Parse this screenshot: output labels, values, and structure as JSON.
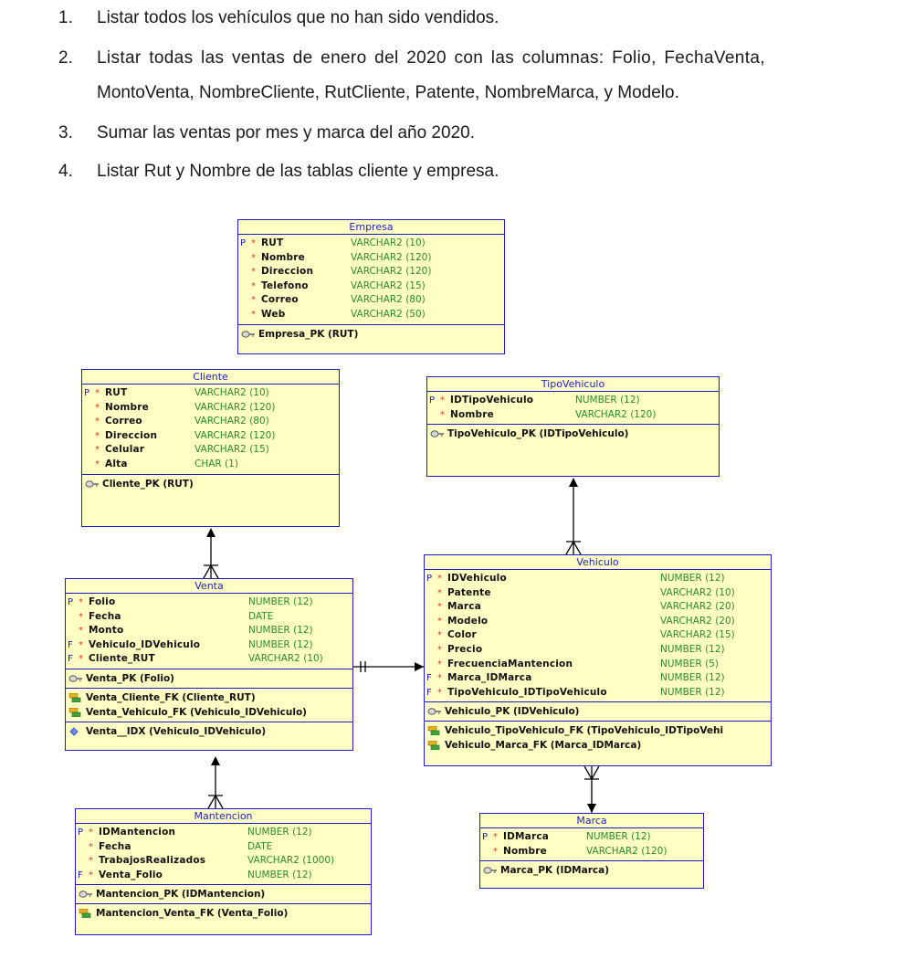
{
  "questions": [
    {
      "num": "1.",
      "text": "Listar todos los vehículos que no han sido vendidos."
    },
    {
      "num": "2.",
      "text": "Listar todas las ventas de enero del 2020 con las columnas: Folio, FechaVenta,"
    },
    {
      "num": "",
      "text": "MontoVenta, NombreCliente, RutCliente, Patente, NombreMarca, y Modelo."
    },
    {
      "num": "3.",
      "text": "Sumar las ventas por mes y marca del año 2020."
    },
    {
      "num": "4.",
      "text": "Listar Rut y Nombre de las tablas cliente y empresa."
    }
  ],
  "colors": {
    "border": "#1c1ccc",
    "fill": "#ffffc4",
    "type": "#2a8a2a",
    "star": "#e03030"
  },
  "entities": {
    "empresa": {
      "title": "Empresa",
      "columns": [
        {
          "flag": "P",
          "name": "RUT",
          "type": "VARCHAR2 (10)"
        },
        {
          "flag": "",
          "name": "Nombre",
          "type": "VARCHAR2 (120)"
        },
        {
          "flag": "",
          "name": "Direccion",
          "type": "VARCHAR2 (120)"
        },
        {
          "flag": "",
          "name": "Telefono",
          "type": "VARCHAR2 (15)"
        },
        {
          "flag": "",
          "name": "Correo",
          "type": "VARCHAR2 (80)"
        },
        {
          "flag": "",
          "name": "Web",
          "type": "VARCHAR2 (50)"
        }
      ],
      "pk": [
        "Empresa_PK (RUT)"
      ],
      "fk": [],
      "idx": []
    },
    "cliente": {
      "title": "Cliente",
      "columns": [
        {
          "flag": "P",
          "name": "RUT",
          "type": "VARCHAR2 (10)"
        },
        {
          "flag": "",
          "name": "Nombre",
          "type": "VARCHAR2 (120)"
        },
        {
          "flag": "",
          "name": "Correo",
          "type": "VARCHAR2 (80)"
        },
        {
          "flag": "",
          "name": "Direccion",
          "type": "VARCHAR2 (120)"
        },
        {
          "flag": "",
          "name": "Celular",
          "type": "VARCHAR2 (15)"
        },
        {
          "flag": "",
          "name": "Alta",
          "type": "CHAR (1)"
        }
      ],
      "pk": [
        "Cliente_PK (RUT)"
      ],
      "fk": [],
      "idx": []
    },
    "tipovehiculo": {
      "title": "TipoVehiculo",
      "columns": [
        {
          "flag": "P",
          "name": "IDTipoVehiculo",
          "type": "NUMBER (12)"
        },
        {
          "flag": "",
          "name": "Nombre",
          "type": "VARCHAR2 (120)"
        }
      ],
      "pk": [
        "TipoVehiculo_PK (IDTipoVehiculo)"
      ],
      "fk": [],
      "idx": []
    },
    "venta": {
      "title": "Venta",
      "columns": [
        {
          "flag": "P",
          "name": "Folio",
          "type": "NUMBER (12)"
        },
        {
          "flag": "",
          "name": "Fecha",
          "type": "DATE"
        },
        {
          "flag": "",
          "name": "Monto",
          "type": "NUMBER (12)"
        },
        {
          "flag": "F",
          "name": "Vehiculo_IDVehiculo",
          "type": "NUMBER (12)"
        },
        {
          "flag": "F",
          "name": "Cliente_RUT",
          "type": "VARCHAR2 (10)"
        }
      ],
      "pk": [
        "Venta_PK (Folio)"
      ],
      "fk": [
        "Venta_Cliente_FK (Cliente_RUT)",
        "Venta_Vehiculo_FK (Vehiculo_IDVehiculo)"
      ],
      "idx": [
        "Venta__IDX (Vehiculo_IDVehiculo)"
      ]
    },
    "vehiculo": {
      "title": "Vehiculo",
      "columns": [
        {
          "flag": "P",
          "name": "IDVehiculo",
          "type": "NUMBER (12)"
        },
        {
          "flag": "",
          "name": "Patente",
          "type": "VARCHAR2 (10)"
        },
        {
          "flag": "",
          "name": "Marca",
          "type": "VARCHAR2 (20)"
        },
        {
          "flag": "",
          "name": "Modelo",
          "type": "VARCHAR2 (20)"
        },
        {
          "flag": "",
          "name": "Color",
          "type": "VARCHAR2 (15)"
        },
        {
          "flag": "",
          "name": "Precio",
          "type": "NUMBER (12)"
        },
        {
          "flag": "",
          "name": "FrecuenciaMantencion",
          "type": "NUMBER (5)"
        },
        {
          "flag": "F",
          "name": "Marca_IDMarca",
          "type": "NUMBER (12)"
        },
        {
          "flag": "F",
          "name": "TipoVehiculo_IDTipoVehiculo",
          "type": "NUMBER (12)"
        }
      ],
      "pk": [
        "Vehiculo_PK (IDVehiculo)"
      ],
      "fk": [
        "Vehiculo_TipoVehiculo_FK (TipoVehiculo_IDTipoVehi",
        "Vehiculo_Marca_FK (Marca_IDMarca)"
      ],
      "idx": []
    },
    "mantencion": {
      "title": "Mantencion",
      "columns": [
        {
          "flag": "P",
          "name": "IDMantencion",
          "type": "NUMBER (12)"
        },
        {
          "flag": "",
          "name": "Fecha",
          "type": "DATE"
        },
        {
          "flag": "",
          "name": "TrabajosRealizados",
          "type": "VARCHAR2 (1000)"
        },
        {
          "flag": "F",
          "name": "Venta_Folio",
          "type": "NUMBER (12)"
        }
      ],
      "pk": [
        "Mantencion_PK (IDMantencion)"
      ],
      "fk": [
        "Mantencion_Venta_FK (Venta_Folio)"
      ],
      "idx": []
    },
    "marca": {
      "title": "Marca",
      "columns": [
        {
          "flag": "P",
          "name": "IDMarca",
          "type": "NUMBER (12)"
        },
        {
          "flag": "",
          "name": "Nombre",
          "type": "VARCHAR2 (120)"
        }
      ],
      "pk": [
        "Marca_PK (IDMarca)"
      ],
      "fk": [],
      "idx": []
    }
  }
}
